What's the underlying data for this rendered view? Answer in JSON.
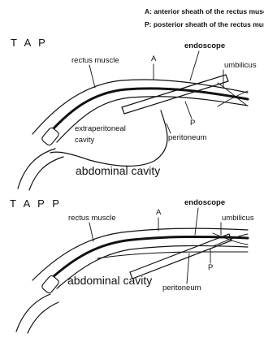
{
  "legend": {
    "line_a": "A: anterior sheath of the rectus muscle",
    "line_p": "P: posterior sheath of the rectus muscle"
  },
  "tap": {
    "heading": "T A P",
    "endoscope": "endoscope",
    "label_a": "A",
    "rectus_muscle": "rectus muscle",
    "umbilicus": "umbilicus",
    "label_p": "P",
    "extraperitoneal_line1": "extraperitoneal",
    "extraperitoneal_line2": "cavity",
    "peritoneum": "peritoneum",
    "abdominal_cavity": "abdominal cavity"
  },
  "tapp": {
    "heading": "T A P P",
    "endoscope": "endoscope",
    "label_a": "A",
    "rectus_muscle": "rectus muscle",
    "umbilicus": "umbilicus",
    "label_p": "P",
    "abdominal_cavity": "abdominal cavity",
    "peritoneum": "peritoneum"
  }
}
